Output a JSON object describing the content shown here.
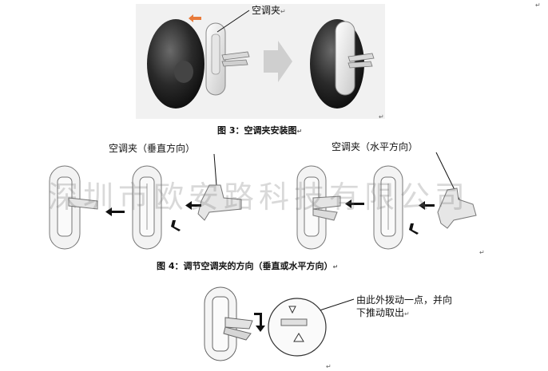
{
  "figure1": {
    "callout": "空调夹",
    "caption": "图 3：空调夹安装图"
  },
  "figure2": {
    "callout_vertical": "空调夹（垂直方向）",
    "callout_horizontal": "空调夹（水平方向）",
    "caption": "图 4：调节空调夹的方向（垂直或水平方向）"
  },
  "figure3": {
    "note_line1": "由此外拨动一点，并向",
    "note_line2": "下推动取出"
  },
  "watermark": "深圳市欧安路科技有限公司",
  "paragraph_mark": "↵",
  "colors": {
    "orange_arrow": "#e87a3a",
    "gray_arrow": "#cfcfcf",
    "dark_body": "#2a2a2a"
  }
}
